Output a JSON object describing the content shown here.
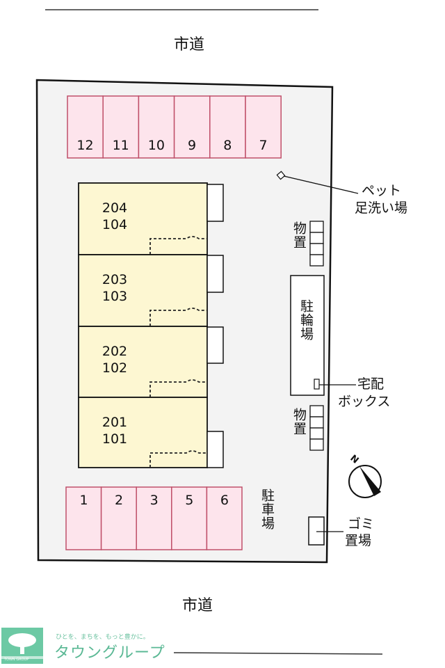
{
  "roads": {
    "top": "市道",
    "bottom": "市道"
  },
  "parking_top": [
    "12",
    "11",
    "10",
    "9",
    "8",
    "7"
  ],
  "parking_bottom": [
    "1",
    "2",
    "3",
    "5",
    "6"
  ],
  "parking_label": "駐車場",
  "units": [
    {
      "upper": "204",
      "lower": "104"
    },
    {
      "upper": "203",
      "lower": "103"
    },
    {
      "upper": "202",
      "lower": "102"
    },
    {
      "upper": "201",
      "lower": "101"
    }
  ],
  "pet_wash": {
    "line1": "ペット",
    "line2": "足洗い場"
  },
  "storage_label": "物置",
  "bicycle_parking": "駐輪場",
  "delivery_box": {
    "line1": "宅配",
    "line2": "ボックス"
  },
  "garbage": {
    "line1": "ゴミ",
    "line2": "置場"
  },
  "compass": {
    "label": "N"
  },
  "logo": {
    "slogan": "ひとを、まちを、もっと豊かに。",
    "brand": "タウングループ",
    "mark_text": "TOWN GROUP"
  },
  "colors": {
    "parking": "#fde4ec",
    "parking_stroke": "#c0506a",
    "building": "#fdf7d2",
    "lot": "#f3f3f3",
    "brand": "#5ab894"
  }
}
